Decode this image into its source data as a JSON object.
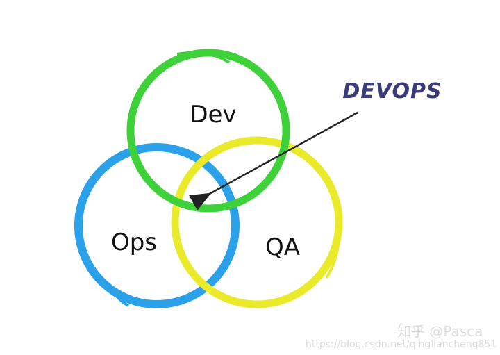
{
  "labels": {
    "dev": "Dev",
    "ops": "Ops",
    "qa": "QA",
    "devops": "DEVOPS"
  },
  "colors": {
    "dev": "#3fd13a",
    "ops": "#2aa1e8",
    "qa": "#eaea2a",
    "devops": "#3b3a7a",
    "arrow": "#222222"
  },
  "watermark": {
    "zhihu": "知乎 @Pasca",
    "url": "https://blog.csdn.net/qingliancheng851"
  }
}
